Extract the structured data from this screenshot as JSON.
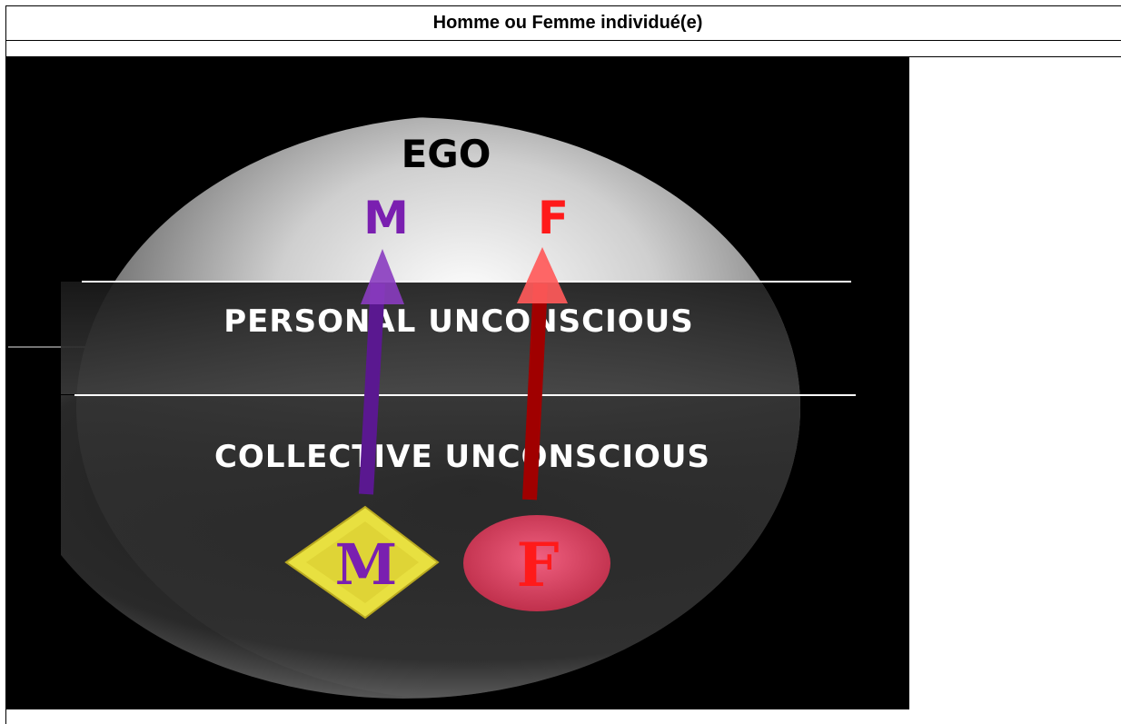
{
  "document": {
    "table_title": "Homme ou Femme individué(e)"
  },
  "diagram": {
    "ego_label": "EGO",
    "personal_label": "PERSONAL UNCONSCIOUS",
    "collective_label": "COLLECTIVE UNCONSCIOUS",
    "masculine_top_label": "M",
    "feminine_top_label": "F",
    "masculine_symbol_label": "M",
    "feminine_symbol_label": "F",
    "colors": {
      "background": "#000000",
      "masculine": "#7a1fb0",
      "masculine_arrow": "#5a1890",
      "feminine": "#ff1a1a",
      "feminine_arrow": "#a00000",
      "diamond": "#e8e040",
      "circle": "#e04060"
    }
  }
}
